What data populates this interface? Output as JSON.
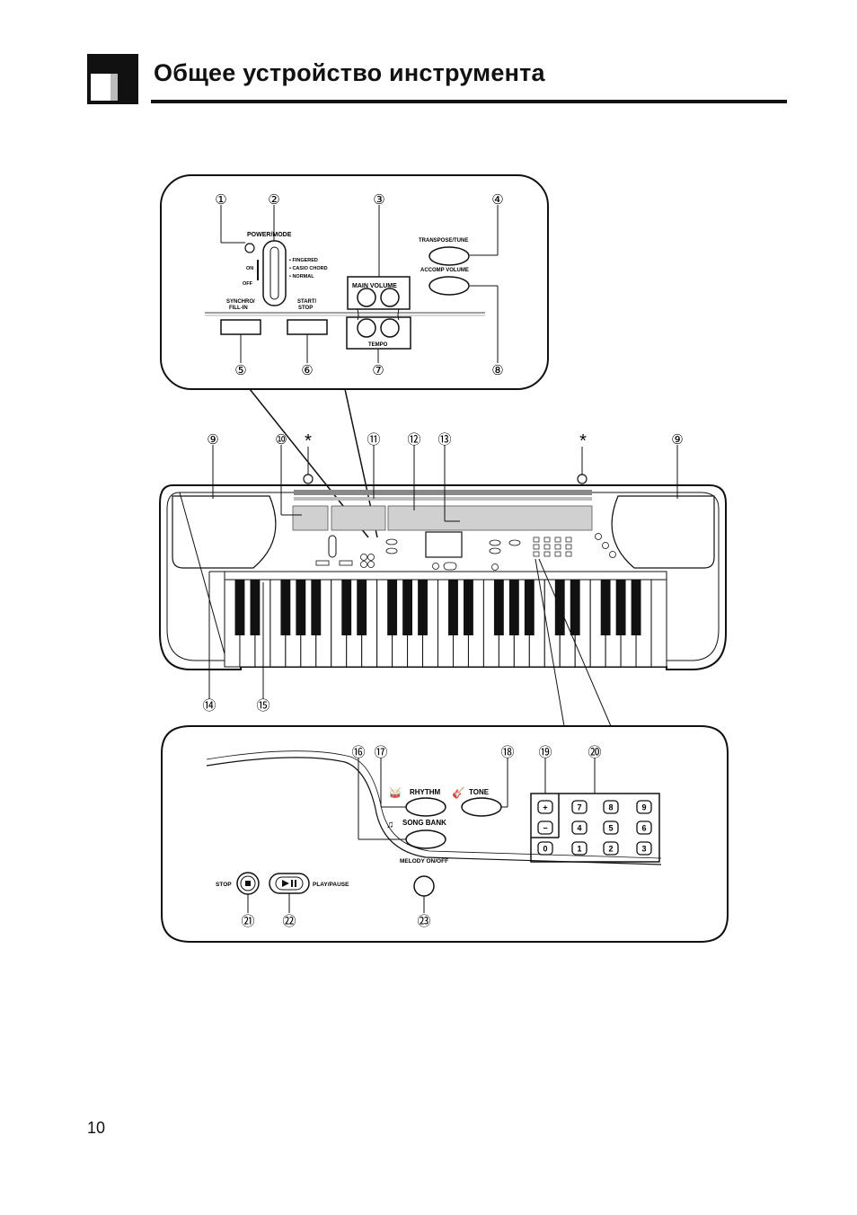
{
  "page": {
    "title": "Общее устройство инструмента",
    "page_number": "10"
  },
  "top_panel": {
    "power_mode": "POWER/MODE",
    "on": "ON",
    "off": "OFF",
    "modes": [
      "• FINGERED",
      "• CASIO CHORD",
      "• NORMAL"
    ],
    "synchro": [
      "SYNCHRO/",
      "FILL-IN"
    ],
    "start_stop": [
      "START/",
      "STOP"
    ],
    "main_volume": "MAIN VOLUME",
    "tempo": "TEMPO",
    "transpose_tune": "TRANSPOSE/TUNE",
    "accomp_volume": "ACCOMP VOLUME"
  },
  "bottom_panel": {
    "rhythm": "RHYTHM",
    "tone": "TONE",
    "song_bank": "SONG BANK",
    "melody_on_off": "MELODY ON/OFF",
    "stop": "STOP",
    "play_pause": "PLAY/PAUSE",
    "keypad": [
      "+",
      "7",
      "8",
      "9",
      "−",
      "4",
      "5",
      "6",
      "0",
      "1",
      "2",
      "3"
    ]
  },
  "callouts": {
    "c1": "①",
    "c2": "②",
    "c3": "③",
    "c4": "④",
    "c5": "⑤",
    "c6": "⑥",
    "c7": "⑦",
    "c8": "⑧",
    "c9": "⑨",
    "c10": "⑩",
    "c11": "⑪",
    "c12": "⑫",
    "c13": "⑬",
    "c14": "⑭",
    "c15": "⑮",
    "c16": "⑯",
    "c17": "⑰",
    "c18": "⑱",
    "c19": "⑲",
    "c20": "⑳",
    "c21": "㉑",
    "c22": "㉒",
    "c23": "㉓",
    "asterisk": "*"
  }
}
